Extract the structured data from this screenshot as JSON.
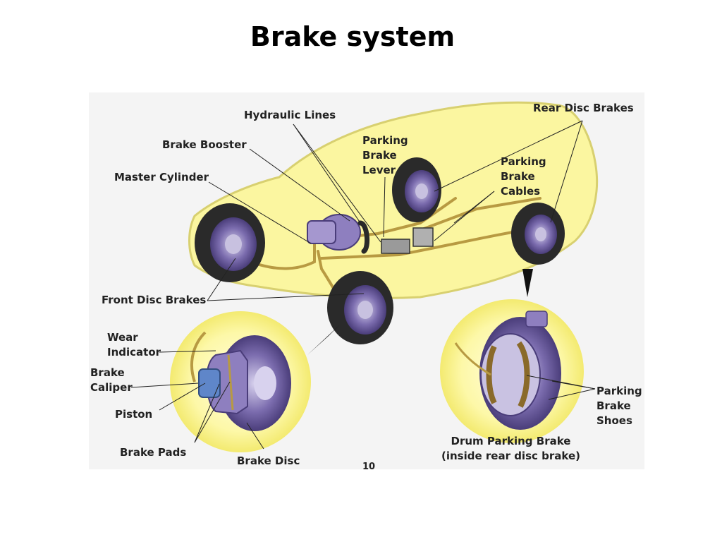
{
  "title": "Brake system",
  "labels": {
    "hydraulic_lines": "Hydraulic Lines",
    "brake_booster": "Brake Booster",
    "master_cylinder": "Master Cylinder",
    "parking_brake_lever": "Parking\nBrake\nLever",
    "rear_disc_brakes": "Rear Disc Brakes",
    "parking_brake_cables": "Parking\nBrake\nCables",
    "front_disc_brakes": "Front Disc Brakes",
    "wear_indicator": "Wear\nIndicator",
    "brake_caliper": "Brake\nCaliper",
    "piston": "Piston",
    "brake_pads": "Brake Pads",
    "brake_disc": "Brake Disc",
    "parking_brake_shoes": "Parking\nBrake\nShoes",
    "drum_parking_brake": "Drum Parking Brake\n(inside rear disc brake)"
  },
  "page_number": "10",
  "colors": {
    "car_highlight": "#fbf6a0",
    "car_outline": "#d8d070",
    "component_purple": "#8e7fbf",
    "tire": "#2a2a2a",
    "hydraulic_line": "#c9b35a",
    "leader_line": "#222222"
  }
}
